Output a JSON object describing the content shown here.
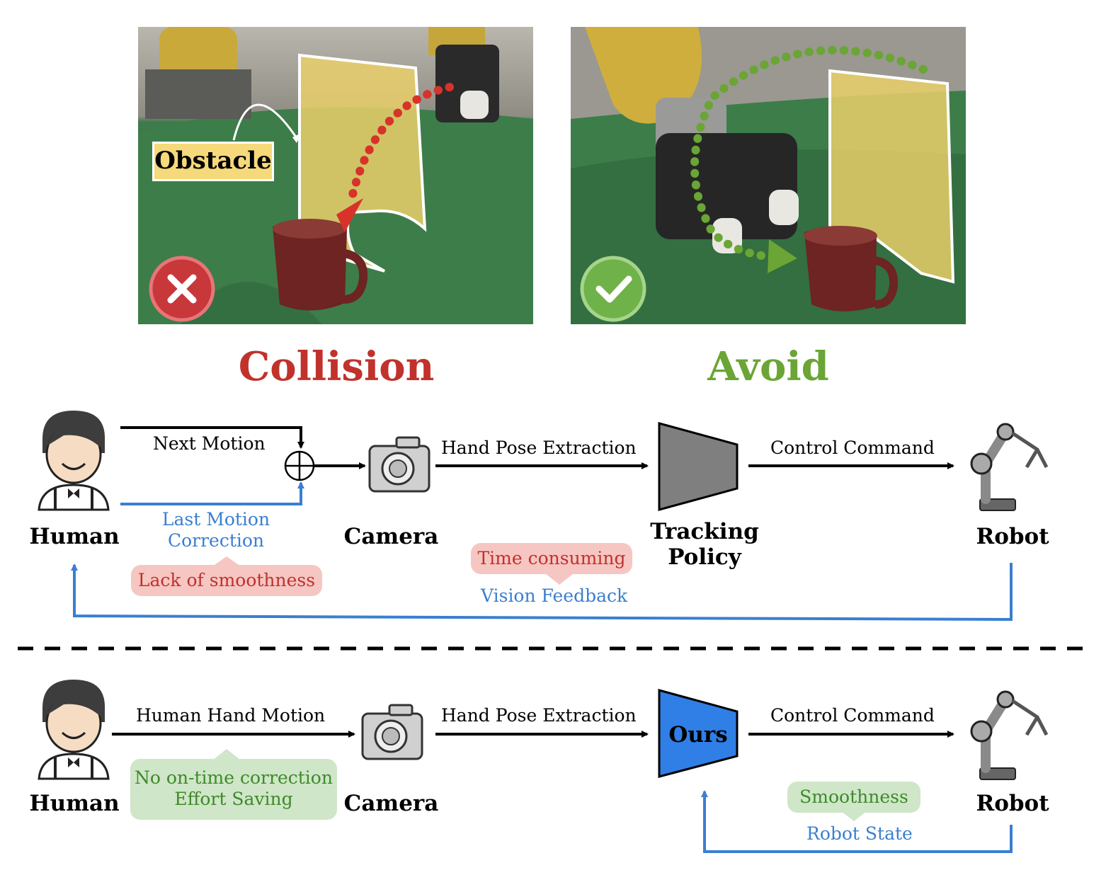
{
  "panels": {
    "left": {
      "heading": "Collision",
      "tag": "Obstacle",
      "status_icon": "cross-icon"
    },
    "right": {
      "heading": "Avoid",
      "status_icon": "check-icon"
    }
  },
  "colors": {
    "collision": "#c0322b",
    "avoid": "#6aa535",
    "feedback": "#3a7fd0",
    "ours": "#2f7fe6"
  },
  "top_pipeline": {
    "nodes": {
      "human": "Human",
      "camera": "Camera",
      "policy": "Tracking Policy",
      "robot": "Robot"
    },
    "edges": {
      "next_motion": "Next Motion",
      "last_motion_correction": "Last Motion Correction",
      "hand_pose_extraction": "Hand Pose Extraction",
      "control_command": "Control Command",
      "vision_feedback": "Vision Feedback"
    },
    "callouts": {
      "lack_smoothness": "Lack of smoothness",
      "time_consuming": "Time consuming"
    }
  },
  "bottom_pipeline": {
    "nodes": {
      "human": "Human",
      "camera": "Camera",
      "policy": "Ours",
      "robot": "Robot"
    },
    "edges": {
      "human_hand_motion": "Human Hand Motion",
      "hand_pose_extraction": "Hand Pose Extraction",
      "control_command": "Control Command",
      "robot_state": "Robot State"
    },
    "callouts": {
      "no_correction": "No on-time correction",
      "effort_saving": "Effort Saving",
      "smoothness": "Smoothness"
    }
  }
}
